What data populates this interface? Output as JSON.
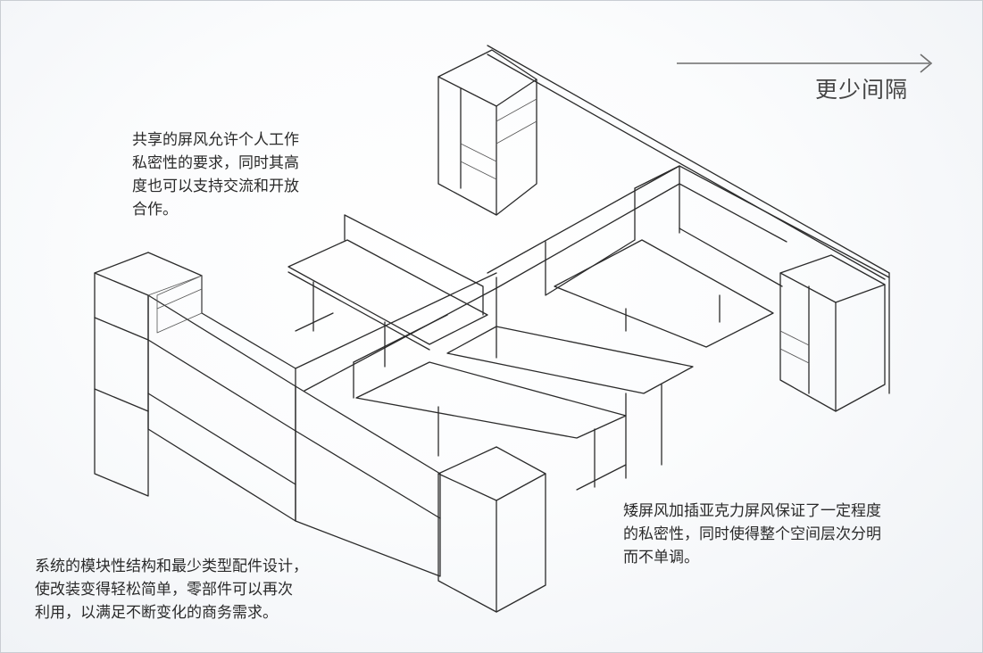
{
  "heading": "更少间隔",
  "captions": {
    "shared_screens": [
      "共享的屏风允许个人工作",
      "私密性的要求，同时其高",
      "度也可以支持交流和开放",
      "合作。"
    ],
    "acrylic_screens": [
      "矮屏风加插亚克力屏风保证了一定程度",
      "的私密性，同时使得整个空间层次分明",
      "而不单调。"
    ],
    "modular_design": [
      "系统的模块性结构和最少类型配件设计，",
      "使改装变得轻松简单，零部件可以再次",
      "利用，以满足不断变化的商务需求。"
    ]
  },
  "colors": {
    "ink": "#2b2b2b",
    "text": "#2a2a2a",
    "arrow": "#6d6d6d"
  },
  "icons": {
    "arrow": "right-arrow-icon"
  }
}
